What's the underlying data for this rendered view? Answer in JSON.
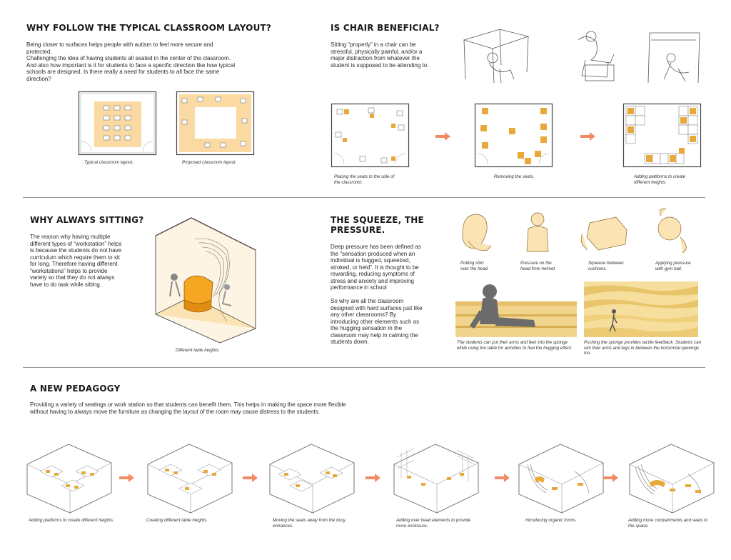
{
  "colors": {
    "accent_orange": "#f28a63",
    "seat_yellow": "#e8a93a",
    "pale_yellow": "#fbe3b4",
    "sponge": "#f2d58c"
  },
  "section1": {
    "title": "WHY FOLLOW THE TYPICAL CLASSROOM LAYOUT?",
    "body": "Being closer to surfaces helps people with autism to feel more secure and protected.\nChallenging the idea of having students all seated in the center of the classroom. And also how important is it for students to face a specific direction like how typical schools are designed. Is there really a need for students to all face the same direction?",
    "caption_typical": "Typical classroom layout.",
    "caption_proposed": "Proposed classroom layout."
  },
  "section2": {
    "title": "IS CHAIR BENEFICIAL?",
    "body": "Sitting “properly” in a chair can be stressful, physically painful, and/or a major distraction from whatever the student is supposed to be attending to.",
    "caption_1": "Placing the seats to the side of\nthe classroom.",
    "caption_2": "Removing the seats.",
    "caption_3": "Adding platforms to create\ndifferent heights."
  },
  "section3": {
    "title": "WHY ALWAYS SITTING?",
    "body": "The reason why having multiple different types of “workstation” helps is because the students do not have curriculum which require them to sit for long. Therefore having different “workstations” helps to provide variety so that they do not always have to do task while sitting.",
    "caption": "Different table heights."
  },
  "section4": {
    "title_line1": "THE SQUEEZE, THE",
    "title_line2": "PRESSURE.",
    "body": "Deep pressure has been defined as the “sensation produced when an individual is hugged, squeezed, stroked, or held”. It is thought to be rewarding, reducing symptoms of stress and anxiety and improving performance in school\n\nSo why are all the classroom designed with hard surfaces just like any other classrooms? By introducing other elements such as the hugging sensation in the classroom may help in calming the students down.",
    "sketch_captions": [
      "Putting shirt\nover the head.",
      "Pressure on the\nhead from helmet.",
      "Squeeze between\ncushions.",
      "Applying pressure\nwith gym ball."
    ],
    "photo_caption_1": "The students can put their arms and feet into the sponge while using the table for activities to feel the hugging effect.",
    "photo_caption_2": "Pushing the sponge provides tactile feedback. Students can slot their arms and legs in between the horizontal openings too."
  },
  "section5": {
    "title": "A NEW PEDAGOGY",
    "body": "Providing a variety of seatings or work station so that students can benefit them. This helps in making the space more flexible without having to always move the furniture as changing the layout of the room may cause distress to the students.",
    "steps": [
      "Adding platforms to create different heights.",
      "Creating different table heights.",
      "Moving the seats away from the busy entrances.",
      "Adding over head elements to provide more enclosure.",
      "Introducing organic forms.",
      "Adding more compartments and seats to the space."
    ]
  }
}
